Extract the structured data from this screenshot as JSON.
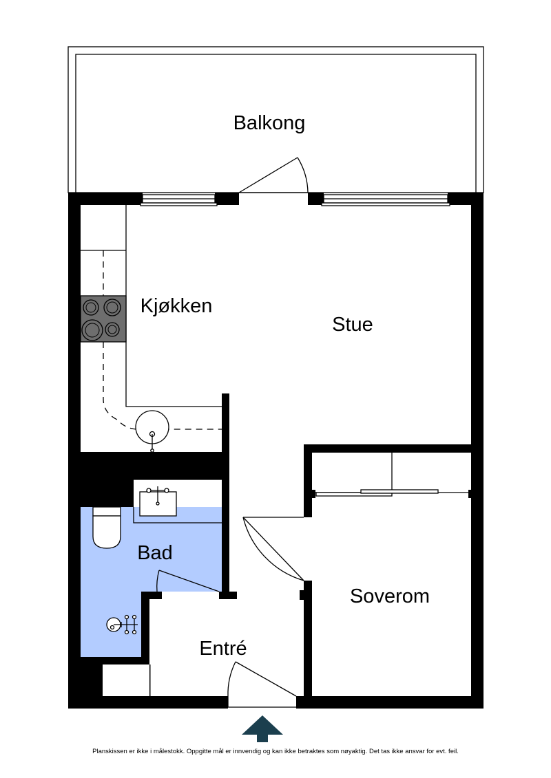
{
  "rooms": {
    "balkong": "Balkong",
    "kjokken": "Kjøkken",
    "stue": "Stue",
    "bad": "Bad",
    "soverom": "Soverom",
    "entre": "Entré"
  },
  "colors": {
    "wall": "#000000",
    "bathroom_fill": "#b3ccff",
    "stove": "#6e6e6e",
    "entrance_arrow": "#1b3f4e"
  },
  "icons": {
    "entrance": "arrow-up-icon"
  },
  "disclaimer": "Planskissen er ikke i målestokk. Oppgitte mål er innvendig og kan ikke betraktes som nøyaktig. Det tas ikke ansvar for evt. feil."
}
